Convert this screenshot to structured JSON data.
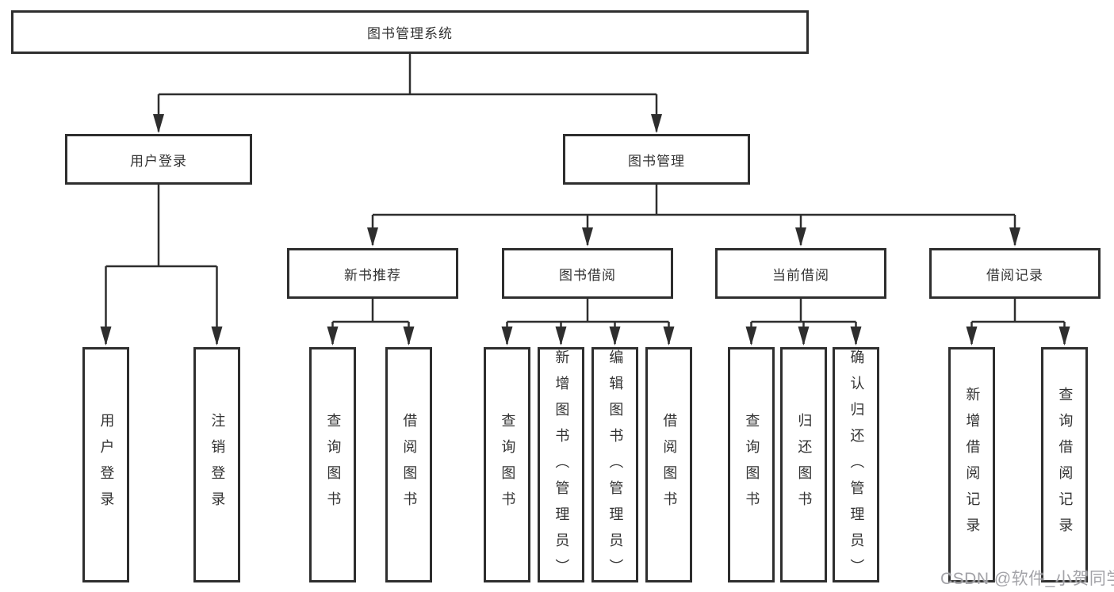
{
  "colors": {
    "line": "#2e2e2e",
    "box_border": "#2e2e2e",
    "text": "#333333",
    "background": "#ffffff",
    "watermark": "#9e9ea3"
  },
  "diagram": {
    "root": {
      "label": "图书管理系统"
    },
    "branches": [
      {
        "label": "用户登录",
        "leaves": [
          "用户登录",
          "注销登录"
        ]
      },
      {
        "label": "图书管理",
        "sections": [
          {
            "label": "新书推荐",
            "leaves": [
              "查询图书",
              "借阅图书"
            ]
          },
          {
            "label": "图书借阅",
            "leaves": [
              "查询图书",
              "新增图书（管理员）",
              "编辑图书（管理员）",
              "借阅图书"
            ]
          },
          {
            "label": "当前借阅",
            "leaves": [
              "查询图书",
              "归还图书",
              "确认归还（管理员）"
            ]
          },
          {
            "label": "借阅记录",
            "leaves": [
              "新增借阅记录",
              "查询借阅记录"
            ]
          }
        ]
      }
    ]
  },
  "watermark": {
    "text": "CSDN @软件_小贺同学"
  }
}
